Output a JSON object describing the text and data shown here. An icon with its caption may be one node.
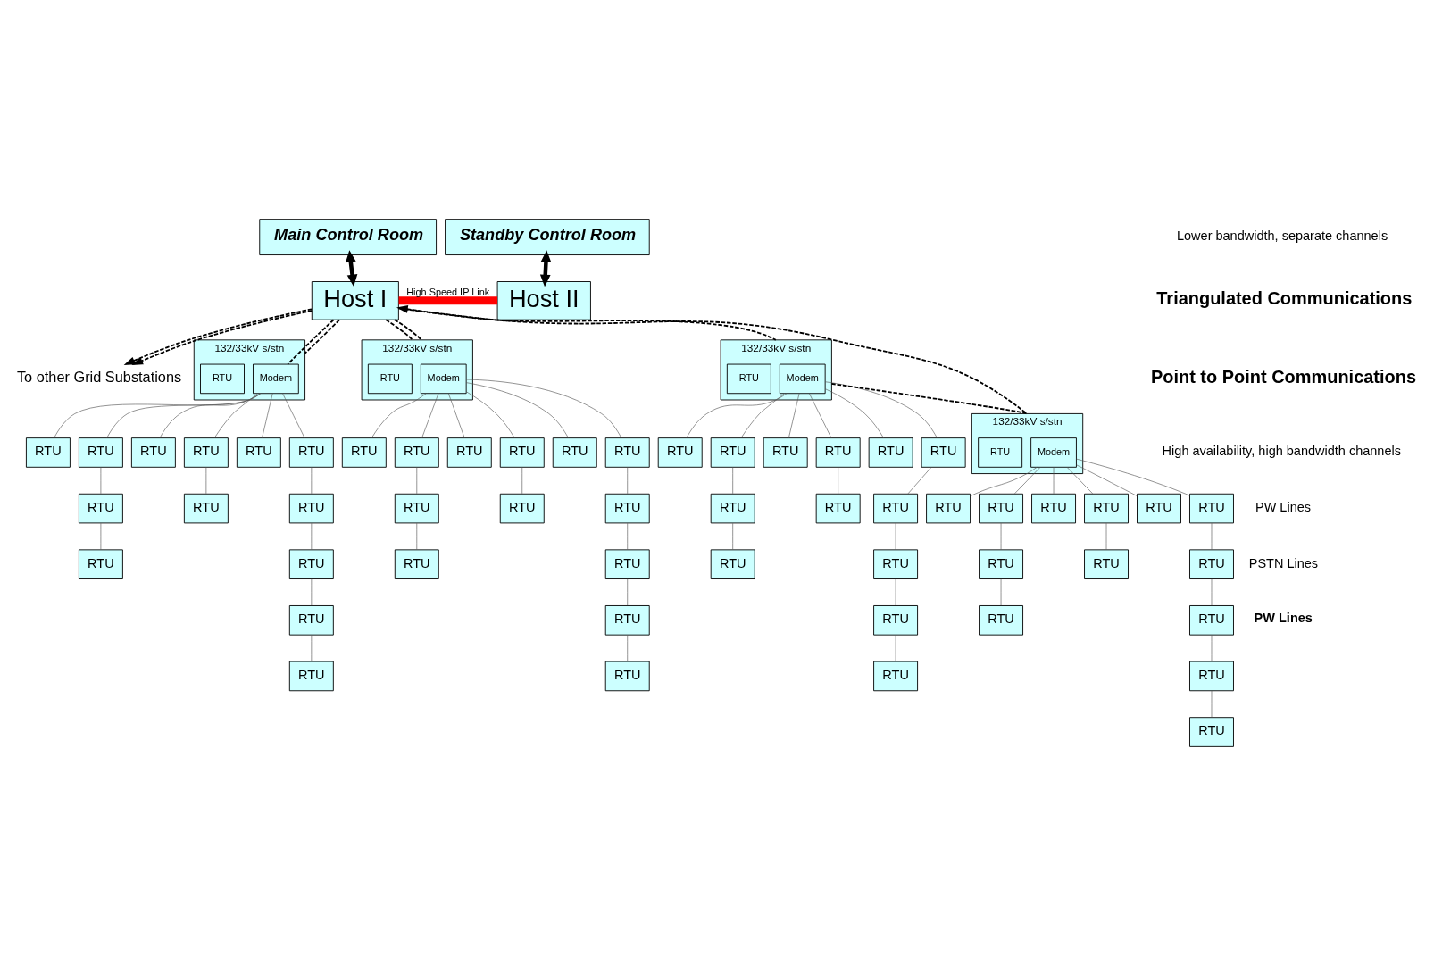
{
  "diagram": {
    "nodes": [
      {
        "text": [
          "Main Control Room"
        ]
      },
      {
        "text": [
          "Standby Control Room"
        ]
      },
      {
        "text": [
          "Host I"
        ]
      },
      {
        "text": [
          "Host II"
        ]
      },
      {
        "text": [
          "To other Grid Substations"
        ]
      },
      {
        "text": [
          "132/33kV s/stn"
        ]
      },
      {
        "text": [
          "Modem"
        ],
        "in": 5
      },
      {
        "text": [
          "RTU"
        ],
        "in": 5
      },
      {
        "text": [
          "RTU"
        ]
      },
      {
        "text": [
          "RTU"
        ]
      },
      {
        "text": [
          "RTU"
        ]
      },
      {
        "text": [
          "RTU"
        ]
      },
      {
        "text": [
          "RTU"
        ]
      },
      {
        "text": [
          "RTU"
        ]
      },
      {
        "text": [
          "RTU"
        ]
      },
      {
        "text": [
          "RTU"
        ]
      },
      {
        "text": [
          "RTU"
        ]
      },
      {
        "text": [
          "RTU"
        ]
      },
      {
        "text": [
          "RTU"
        ]
      },
      {
        "text": [
          "RTU"
        ]
      },
      {
        "text": [
          "RTU"
        ]
      },
      {
        "text": [
          "132/33kV s/stn"
        ]
      },
      {
        "text": [
          "Modem"
        ],
        "in": 21
      },
      {
        "text": [
          "RTU"
        ],
        "in": 21
      },
      {
        "text": [
          "RTU"
        ]
      },
      {
        "text": [
          "RTU"
        ]
      },
      {
        "text": [
          "RTU"
        ]
      },
      {
        "text": [
          "RTU"
        ]
      },
      {
        "text": [
          "RTU"
        ]
      },
      {
        "text": [
          "RTU"
        ]
      },
      {
        "text": [
          "RTU"
        ]
      },
      {
        "text": [
          "RTU"
        ]
      },
      {
        "text": [
          "RTU"
        ]
      },
      {
        "text": [
          "RTU"
        ]
      },
      {
        "text": [
          "RTU"
        ]
      },
      {
        "text": [
          "RTU"
        ]
      },
      {
        "text": [
          "RTU"
        ]
      },
      {
        "text": [
          "132/33kV s/stn"
        ]
      },
      {
        "text": [
          "Modem"
        ],
        "in": 37
      },
      {
        "text": [
          "RTU"
        ],
        "in": 37
      },
      {
        "text": [
          "RTU"
        ]
      },
      {
        "text": [
          "RTU"
        ]
      },
      {
        "text": [
          "RTU"
        ]
      },
      {
        "text": [
          "RTU"
        ]
      },
      {
        "text": [
          "RTU"
        ]
      },
      {
        "text": [
          "RTU"
        ]
      },
      {
        "text": [
          "RTU"
        ]
      },
      {
        "text": [
          "RTU"
        ]
      },
      {
        "text": [
          "RTU"
        ]
      },
      {
        "text": [
          "RTU"
        ]
      },
      {
        "text": [
          "RTU"
        ]
      },
      {
        "text": [
          "RTU"
        ]
      },
      {
        "text": [
          "RTU"
        ]
      },
      {
        "text": [
          "132/33kV s/stn"
        ]
      },
      {
        "text": [
          "Modem"
        ],
        "in": 53
      },
      {
        "text": [
          "RTU"
        ],
        "in": 53
      },
      {
        "text": [
          "RTU"
        ]
      },
      {
        "text": [
          "RTU"
        ]
      },
      {
        "text": [
          "RTU"
        ]
      },
      {
        "text": [
          "RTU"
        ]
      },
      {
        "text": [
          "RTU"
        ]
      },
      {
        "text": [
          "RTU"
        ]
      },
      {
        "text": [
          "RTU"
        ]
      },
      {
        "text": [
          "RTU"
        ]
      },
      {
        "text": [
          "RTU"
        ]
      },
      {
        "text": [
          "RTU"
        ]
      },
      {
        "text": [
          "RTU"
        ]
      },
      {
        "text": [
          "RTU"
        ]
      },
      {
        "text": [
          "RTU"
        ]
      }
    ],
    "edges": [
      {
        "from": 0,
        "to": 2,
        "arrow": "both",
        "style": "thick"
      },
      {
        "from": 1,
        "to": 3,
        "arrow": "both",
        "style": "thick"
      },
      {
        "from": 2,
        "to": 3,
        "arrow": "none",
        "style": "thick",
        "color": "#ff0000",
        "label": "High Speed IP Link"
      },
      {
        "from": 2,
        "to": 6,
        "arrow": "none",
        "style": "dashed"
      },
      {
        "from": 2,
        "to": 5,
        "arrow": "none",
        "style": "dashed"
      },
      {
        "from": 2,
        "to": 21,
        "arrow": "none",
        "style": "dashed"
      },
      {
        "from": 2,
        "to": 21,
        "arrow": "none",
        "style": "dashed"
      },
      {
        "from": 37,
        "to": 2,
        "arrow": "to",
        "style": "dashed"
      },
      {
        "from": 2,
        "to": 53,
        "arrow": "none",
        "style": "dashed"
      },
      {
        "from": 2,
        "to": 4,
        "arrow": "to",
        "style": "dashed"
      },
      {
        "from": 2,
        "to": 4,
        "arrow": "to",
        "style": "dashed"
      },
      {
        "from": 37,
        "to": 53,
        "arrow": "none",
        "style": "dashed"
      },
      {
        "from": 6,
        "to": 8,
        "arrow": "none"
      },
      {
        "from": 6,
        "to": 9,
        "arrow": "none"
      },
      {
        "from": 9,
        "to": 10,
        "arrow": "none"
      },
      {
        "from": 10,
        "to": 11,
        "arrow": "none"
      },
      {
        "from": 6,
        "to": 12,
        "arrow": "none"
      },
      {
        "from": 6,
        "to": 13,
        "arrow": "none"
      },
      {
        "from": 13,
        "to": 14,
        "arrow": "none"
      },
      {
        "from": 6,
        "to": 15,
        "arrow": "none"
      },
      {
        "from": 6,
        "to": 16,
        "arrow": "none"
      },
      {
        "from": 16,
        "to": 17,
        "arrow": "none"
      },
      {
        "from": 17,
        "to": 18,
        "arrow": "none"
      },
      {
        "from": 18,
        "to": 19,
        "arrow": "none"
      },
      {
        "from": 19,
        "to": 20,
        "arrow": "none"
      },
      {
        "from": 22,
        "to": 24,
        "arrow": "none"
      },
      {
        "from": 22,
        "to": 25,
        "arrow": "none"
      },
      {
        "from": 25,
        "to": 26,
        "arrow": "none"
      },
      {
        "from": 26,
        "to": 27,
        "arrow": "none"
      },
      {
        "from": 22,
        "to": 28,
        "arrow": "none"
      },
      {
        "from": 22,
        "to": 29,
        "arrow": "none"
      },
      {
        "from": 29,
        "to": 30,
        "arrow": "none"
      },
      {
        "from": 22,
        "to": 31,
        "arrow": "none"
      },
      {
        "from": 22,
        "to": 32,
        "arrow": "none"
      },
      {
        "from": 32,
        "to": 33,
        "arrow": "none"
      },
      {
        "from": 33,
        "to": 34,
        "arrow": "none"
      },
      {
        "from": 34,
        "to": 35,
        "arrow": "none"
      },
      {
        "from": 35,
        "to": 36,
        "arrow": "none"
      },
      {
        "from": 38,
        "to": 40,
        "arrow": "none"
      },
      {
        "from": 38,
        "to": 41,
        "arrow": "none"
      },
      {
        "from": 41,
        "to": 42,
        "arrow": "none"
      },
      {
        "from": 42,
        "to": 43,
        "arrow": "none"
      },
      {
        "from": 38,
        "to": 44,
        "arrow": "none"
      },
      {
        "from": 38,
        "to": 45,
        "arrow": "none"
      },
      {
        "from": 45,
        "to": 46,
        "arrow": "none"
      },
      {
        "from": 38,
        "to": 47,
        "arrow": "none"
      },
      {
        "from": 38,
        "to": 48,
        "arrow": "none"
      },
      {
        "from": 48,
        "to": 49,
        "arrow": "none"
      },
      {
        "from": 49,
        "to": 50,
        "arrow": "none"
      },
      {
        "from": 50,
        "to": 51,
        "arrow": "none"
      },
      {
        "from": 51,
        "to": 52,
        "arrow": "none"
      },
      {
        "from": 54,
        "to": 56,
        "arrow": "none"
      },
      {
        "from": 54,
        "to": 57,
        "arrow": "none"
      },
      {
        "from": 57,
        "to": 58,
        "arrow": "none"
      },
      {
        "from": 58,
        "to": 59,
        "arrow": "none"
      },
      {
        "from": 54,
        "to": 60,
        "arrow": "none"
      },
      {
        "from": 54,
        "to": 61,
        "arrow": "none"
      },
      {
        "from": 61,
        "to": 62,
        "arrow": "none"
      },
      {
        "from": 54,
        "to": 63,
        "arrow": "none"
      },
      {
        "from": 54,
        "to": 64,
        "arrow": "none"
      },
      {
        "from": 64,
        "to": 65,
        "arrow": "none"
      },
      {
        "from": 65,
        "to": 66,
        "arrow": "none"
      },
      {
        "from": 66,
        "to": 67,
        "arrow": "none"
      },
      {
        "from": 67,
        "to": 68,
        "arrow": "none"
      }
    ],
    "labels": [
      "Lower bandwidth, separate channels",
      "Triangulated Communications",
      "Point to Point Communications",
      "High availability, high bandwidth channels",
      "PW Lines",
      "PSTN Lines",
      "PW Lines"
    ]
  }
}
